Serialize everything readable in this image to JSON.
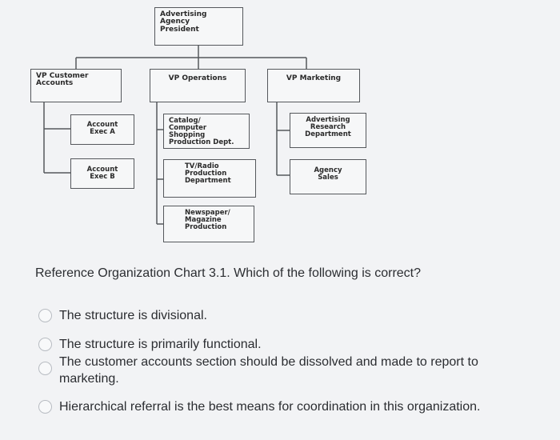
{
  "org_chart": {
    "president": "Advertising Agency\nPresident",
    "vp_customer_accounts": "VP Customer\nAccounts",
    "vp_operations": "VP Operations",
    "vp_marketing": "VP Marketing",
    "account_exec_a": "Account\nExec A",
    "account_exec_b": "Account\nExec B",
    "catalog_shopping": "Catalog/\nComputer Shopping\nProduction Dept.",
    "tv_radio": "TV/Radio\nProduction\nDepartment",
    "newspaper_magazine": "Newspaper/\nMagazine\nProduction",
    "advertising_research": "Advertising\nResearch\nDepartment",
    "agency_sales": "Agency\nSales"
  },
  "question": {
    "prompt": "Reference Organization Chart 3.1. Which of the following is correct?",
    "options": [
      "The structure is divisional.",
      "The structure is primarily functional.",
      "The customer accounts section should be dissolved and made to report to marketing.",
      "Hierarchical referral is the best means for coordination in this organization."
    ]
  }
}
